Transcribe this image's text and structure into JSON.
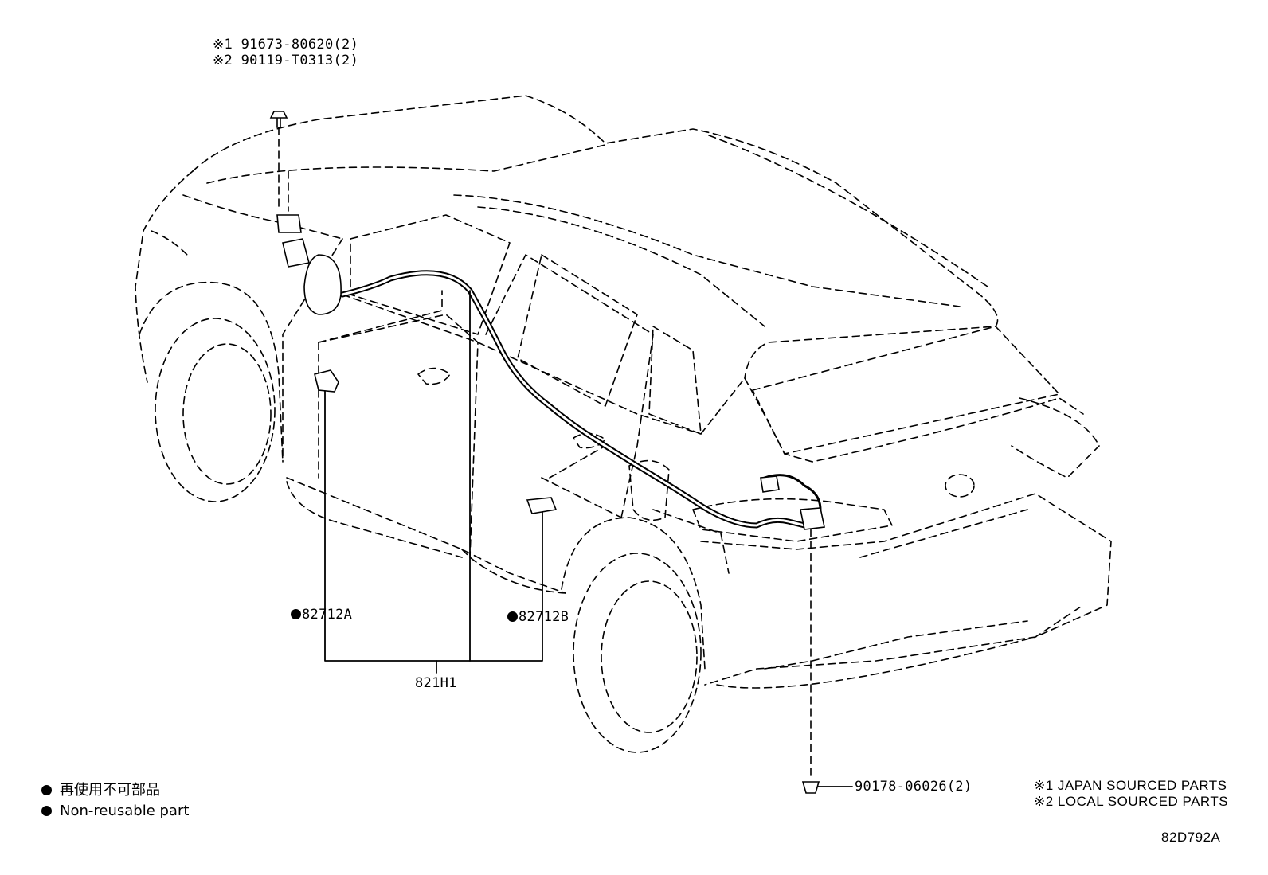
{
  "callouts": {
    "bolt_top_line1": "※1 91673-80620(2)",
    "bolt_top_line2": "※2 90119-T0313(2)",
    "part_a": "82712A",
    "part_b": "82712B",
    "assembly": "821H1",
    "clip_bottom": "90178-06026(2)"
  },
  "notes": {
    "japan": "※1 JAPAN SOURCED PARTS",
    "local": "※2 LOCAL SOURCED PARTS"
  },
  "legend": {
    "non_reusable_jp": "再使用不可部品",
    "non_reusable_en": "Non-reusable part"
  },
  "illustration_code": "82D792A"
}
